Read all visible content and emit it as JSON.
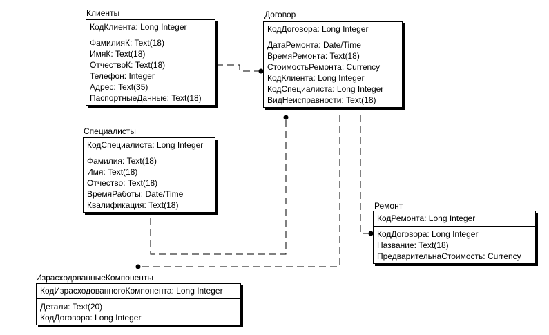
{
  "entities": {
    "clients": {
      "name": "Клиенты",
      "pk": "КодКлиента: Long Integer",
      "attrs": [
        "ФамилияК: Text(18)",
        "ИмяК: Text(18)",
        "ОтчествоК: Text(18)",
        "Телефон: Integer",
        "Адрес: Text(35)",
        "ПаспортныеДанные: Text(18)"
      ]
    },
    "contract": {
      "name": "Договор",
      "pk": "КодДоговора: Long Integer",
      "attrs": [
        "ДатаРемонта: Date/Time",
        "ВремяРемонта: Text(18)",
        "СтоимостьРемонта: Currency",
        "КодКлиента: Long Integer",
        "КодСпециалиста: Long Integer",
        "ВидНеисправности: Text(18)"
      ]
    },
    "specialists": {
      "name": "Специалисты",
      "pk": "КодСпециалиста: Long Integer",
      "attrs": [
        "Фамилия: Text(18)",
        "Имя: Text(18)",
        "Отчество: Text(18)",
        "ВремяРаботы: Date/Time",
        "Квалификация: Text(18)"
      ]
    },
    "repair": {
      "name": "Ремонт",
      "pk": "КодРемонта: Long Integer",
      "attrs": [
        "КодДоговора: Long Integer",
        "Название: Text(18)",
        "ПредварительнаСтоимость: Currency"
      ]
    },
    "components": {
      "name": "ИзрасходованныеКомпоненты",
      "pk": "КодИзрасходованногоКомпонента: Long Integer",
      "attrs": [
        "Детали: Text(20)",
        "КодДоговора: Long Integer"
      ]
    }
  }
}
